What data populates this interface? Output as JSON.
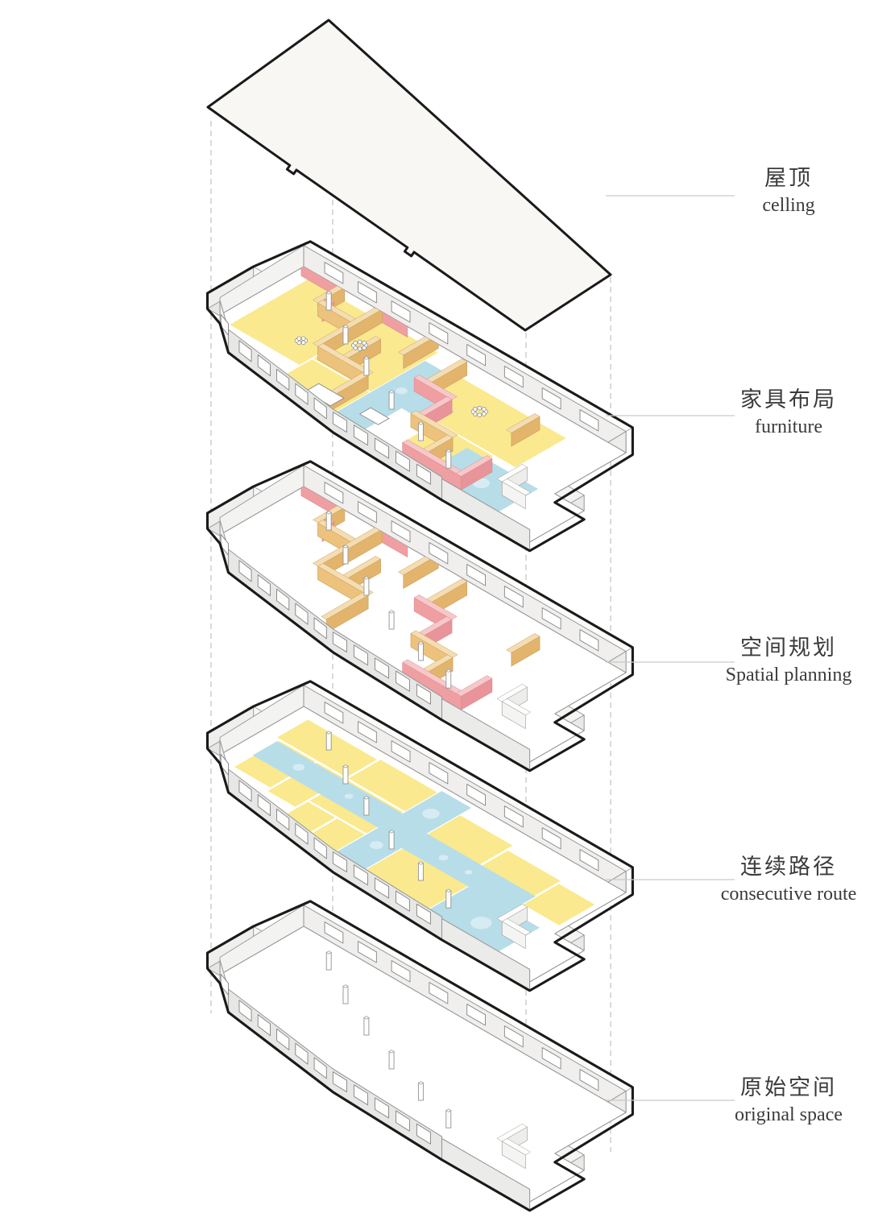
{
  "diagram": {
    "kind": "exploded-axonometric",
    "layer_count": 5
  },
  "labels": [
    {
      "id": "ceiling",
      "zh": "屋顶",
      "en": "celling"
    },
    {
      "id": "furniture",
      "zh": "家具布局",
      "en": "furniture"
    },
    {
      "id": "spatial",
      "zh": "空间规划",
      "en": "Spatial planning"
    },
    {
      "id": "route",
      "zh": "连续路径",
      "en": "consecutive route"
    },
    {
      "id": "original",
      "zh": "原始空间",
      "en": "original space"
    }
  ],
  "colors": {
    "outline": "#1a1a1a",
    "leader_line": "#c9c9c9",
    "dashed_guide": "#b5b5b5",
    "label_text": "#3b3b3b",
    "roof_fill": "#f8f7f4",
    "shell_wall": "#ececea",
    "shell_light": "#f7f7f5",
    "floor_white": "#ffffff",
    "floor_yellow": "#fae98e",
    "route_blue": "#b7dde8",
    "route_blue_light": "#d6ecf2",
    "wall_pink": "#ef9fa2",
    "wall_pink_top": "#f6c8ca",
    "wall_pink_dark": "#e8949a",
    "wall_tan": "#ecc27c",
    "wall_tan_top": "#f4ddb2",
    "wall_tan_dark": "#e2b46c",
    "line_gray": "#9a9a9a"
  }
}
